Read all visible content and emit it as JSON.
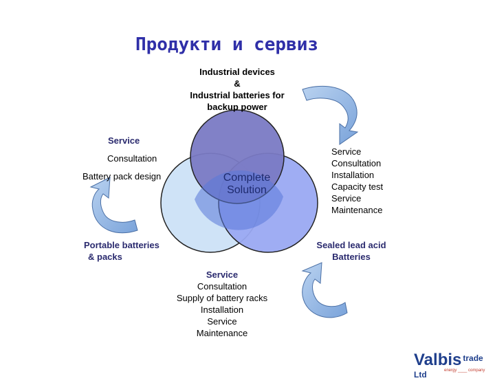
{
  "title": "Продукти и сервиз",
  "top_node": {
    "lines": [
      "Industrial devices",
      "&",
      "Industrial batteries for",
      "backup power"
    ]
  },
  "left_service": {
    "heading": "Service",
    "items": [
      "Consultation",
      "Battery pack design"
    ]
  },
  "right_service": {
    "lines": [
      "Service",
      "Consultation",
      "Installation",
      "Capacity test",
      "Service",
      "Maintenance"
    ]
  },
  "center_label": {
    "lines": [
      "Complete",
      "Solution"
    ]
  },
  "left_product": {
    "lines": [
      "Portable batteries",
      "& packs"
    ]
  },
  "right_product": {
    "lines": [
      "Sealed lead acid",
      "Batteries"
    ]
  },
  "bottom_service": {
    "lines": [
      "Service",
      "Consultation",
      "Supply of battery racks",
      "Installation",
      "Service",
      "Maintenance"
    ]
  },
  "logo": {
    "main": "Valbis",
    "sub": "trade Ltd",
    "tagline": "energy ____ company"
  },
  "colors": {
    "title": "#2f2fa8",
    "circle_top": "#7a7ac4",
    "circle_left": "#cfe3f7",
    "circle_right": "#9aa9f2",
    "arrow": "#8fb3e0"
  }
}
